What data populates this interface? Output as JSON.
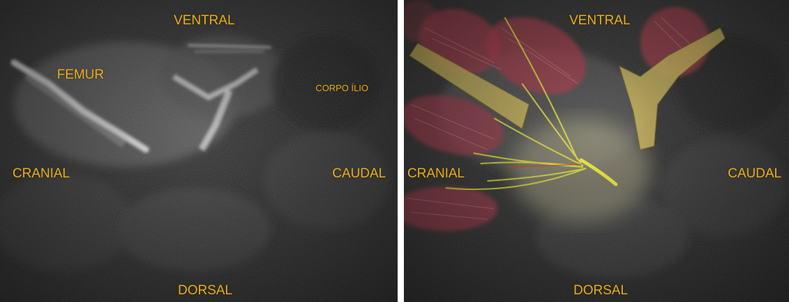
{
  "panels": [
    {
      "name": "ultrasound-plain",
      "labels": {
        "top": "VENTRAL",
        "bottom": "DORSAL",
        "left": "CRANIAL",
        "right": "CAUDAL",
        "structure_1": "FEMUR",
        "structure_2": "CORPO ÍLIO"
      }
    },
    {
      "name": "ultrasound-annotated",
      "labels": {
        "top": "VENTRAL",
        "bottom": "DORSAL",
        "left": "CRANIAL",
        "right": "CAUDAL"
      },
      "overlay_colors": {
        "muscle": "#b54a5a",
        "bone": "#d9c46a",
        "nerve": "#e8e84a",
        "injectate": "#9a9680"
      }
    }
  ]
}
